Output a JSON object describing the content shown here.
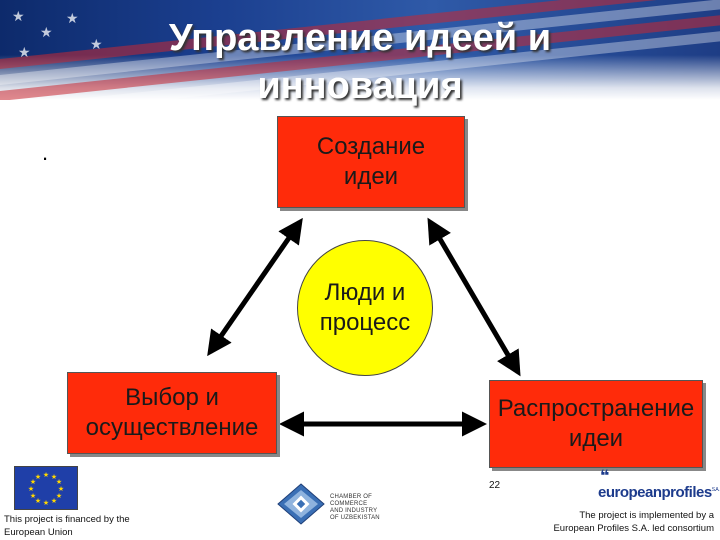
{
  "slide": {
    "title": "Управление идеей и инновация",
    "bullet": "."
  },
  "diagram": {
    "top_box": {
      "line1": "Создание",
      "line2": "идеи"
    },
    "center": {
      "line1": "Люди и",
      "line2": "процесс"
    },
    "left_box": {
      "line1": "Выбор и",
      "line2": "осуществление"
    },
    "right_box": {
      "line1": "Распространение",
      "line2": "идеи"
    },
    "colors": {
      "box": "#ff2b0a",
      "center": "#ffff00",
      "arrow": "#000000"
    }
  },
  "footer": {
    "financed_line1": "This project is financed by  the",
    "financed_line2": "European Union",
    "chamber_line1": "CHAMBER OF COMMERCE",
    "chamber_line2": "AND INDUSTRY",
    "chamber_line3": "OF UZBEKISTAN",
    "page_number": "22",
    "ep_brand": "europeanprofiles",
    "ep_suffix": "S.A.",
    "implemented_line1": "The project is implemented by a",
    "implemented_line2": "European Profiles S.A. led consortium"
  }
}
